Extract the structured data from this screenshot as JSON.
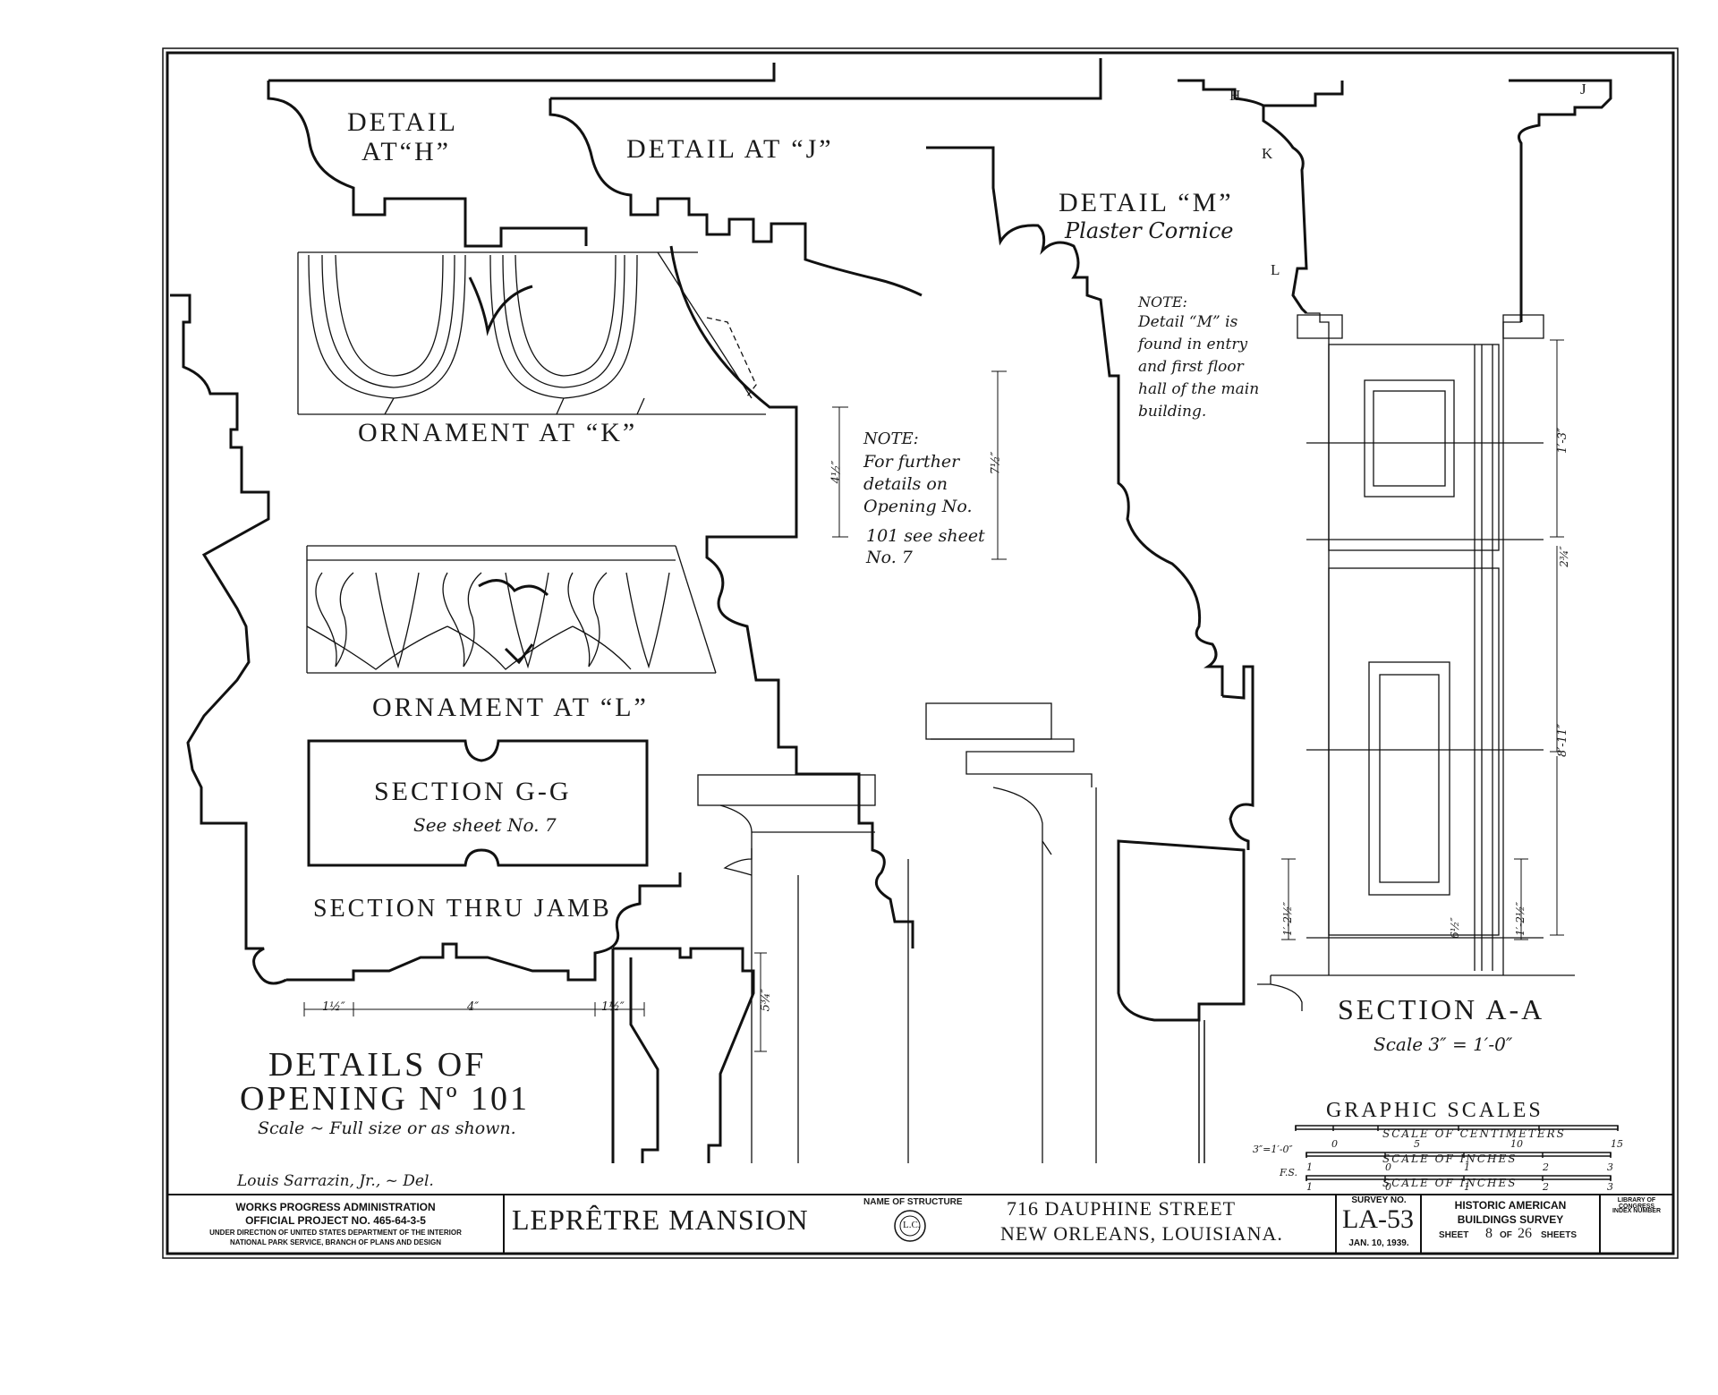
{
  "details": {
    "detail_h": "DETAIL",
    "detail_h_at": "AT“H”",
    "detail_j": "DETAIL  AT  “J”",
    "detail_m": "DETAIL  “M”",
    "detail_m_sub": "Plaster Cornice",
    "ornament_k": "ORNAMENT  AT “K”",
    "ornament_l": "ORNAMENT  AT “L”",
    "section_gg": "SECTION  G-G",
    "section_gg_sub": "See sheet No. 7",
    "section_jamb": "SECTION   THRU   JAMB",
    "section_aa": "SECTION  A-A",
    "section_aa_scale": "Scale  3″ = 1′-0″"
  },
  "notes": {
    "note1_title": "NOTE:",
    "note1_lines": [
      "For further",
      "details on",
      "Opening No.",
      "101 see sheet",
      "No. 7"
    ],
    "note2_title": "NOTE:",
    "note2_lines": [
      "Detail “M” is",
      "found in entry",
      "and first floor",
      "hall of the main",
      "building."
    ]
  },
  "markers": {
    "h": "H",
    "j": "J",
    "k": "K",
    "l": "L"
  },
  "dimensions": {
    "d48": "4½″",
    "d712": "7½″",
    "d112a": "1½″",
    "d4": "4″",
    "d112b": "1½″",
    "d534": "5¾″",
    "d13": "1′-3″",
    "d23": "2¾″",
    "d811": "8′-11″",
    "d122a": "1′-2½″",
    "d122b": "1′-2½″",
    "d62": "6½″"
  },
  "drawing_title": {
    "line1": "DETAILS  OF",
    "line2": "OPENING  Nº  101",
    "scale": "Scale ~ Full size or as shown."
  },
  "delineator": "Louis Sarrazin, Jr., ~ Del.",
  "graphic_scales": {
    "title": "GRAPHIC   SCALES",
    "cm_label": "SCALE  OF  CENTIMETERS",
    "inch_label": "SCALE  OF  INCHES",
    "inch_label2": "SCALE  OF  INCHES",
    "row1_prefix": "3″=1′-0″",
    "row2_prefix": "F.S.",
    "cm_ticks": [
      "0",
      "5",
      "10",
      "15"
    ],
    "in_ticks_small": [
      "1",
      "0",
      "1",
      "2",
      "3"
    ],
    "in_ticks_fs": [
      "1",
      "0",
      "1",
      "2",
      "3"
    ]
  },
  "title_block": {
    "wpa_line1": "WORKS  PROGRESS  ADMINISTRATION",
    "wpa_line2": "OFFICIAL  PROJECT  NO. 465-64-3-5",
    "wpa_line3": "UNDER DIRECTION OF UNITED STATES DEPARTMENT OF THE INTERIOR",
    "wpa_line4": "NATIONAL PARK SERVICE, BRANCH OF PLANS AND DESIGN",
    "structure_name": "LEPRÊTRE MANSION",
    "name_of_structure_label": "NAME OF STRUCTURE",
    "seal_text": "L.C.",
    "address_line1": "716  DAUPHINE  STREET",
    "address_line2": "NEW  ORLEANS,  LOUISIANA.",
    "survey_no_label": "SURVEY NO.",
    "survey_no": "LA-53",
    "survey_date": "JAN. 10, 1939.",
    "habs_line1": "HISTORIC  AMERICAN",
    "habs_line2": "BUILDINGS  SURVEY",
    "sheet_word": "SHEET",
    "sheet_no": "8",
    "of_word": "OF",
    "sheet_total": "26",
    "sheets_word": "SHEETS",
    "loc_line1": "LIBRARY OF CONGRESS",
    "loc_line2": "INDEX NUMBER"
  }
}
